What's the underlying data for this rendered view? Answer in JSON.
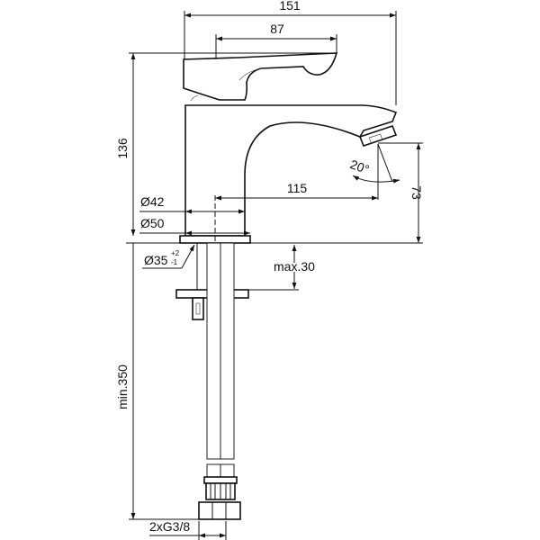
{
  "drawing": {
    "title": "Basin mixer dimension drawing",
    "dimensions": {
      "overall_width": "151",
      "lever_length": "87",
      "overall_height": "136",
      "spout_reach": "115",
      "spout_height": "73",
      "spout_angle": "20°",
      "body_diameter": "Ø42",
      "base_diameter": "Ø50",
      "hole_diameter": "Ø35",
      "hole_tol_plus": "+2",
      "hole_tol_minus": "-1",
      "max_deck_thickness": "max.30",
      "hose_length": "min.350",
      "connection": "2xG3/8"
    },
    "line_color": "#111111",
    "background": "#ffffff"
  }
}
